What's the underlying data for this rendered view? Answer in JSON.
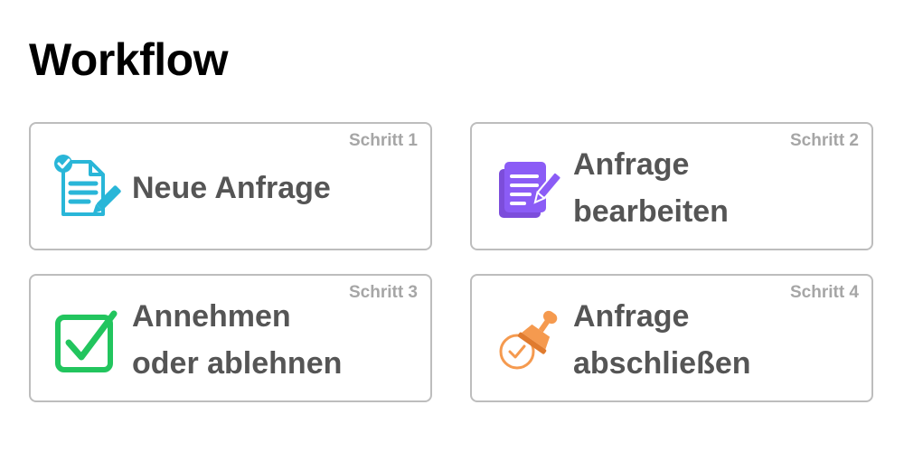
{
  "page": {
    "title": "Workflow"
  },
  "steps": [
    {
      "step_label": "Schritt 1",
      "title": "Neue Anfrage",
      "icon": "document-edit-icon",
      "color": "#29b6d8"
    },
    {
      "step_label": "Schritt 2",
      "title": "Anfrage\nbearbeiten",
      "icon": "notepad-pen-icon",
      "color": "#8b5cf6"
    },
    {
      "step_label": "Schritt 3",
      "title": "Annehmen\noder ablehnen",
      "icon": "checkbox-check-icon",
      "color": "#22c55e"
    },
    {
      "step_label": "Schritt 4",
      "title": "Anfrage\nabschließen",
      "icon": "stamp-icon",
      "color": "#f59a4f"
    }
  ]
}
